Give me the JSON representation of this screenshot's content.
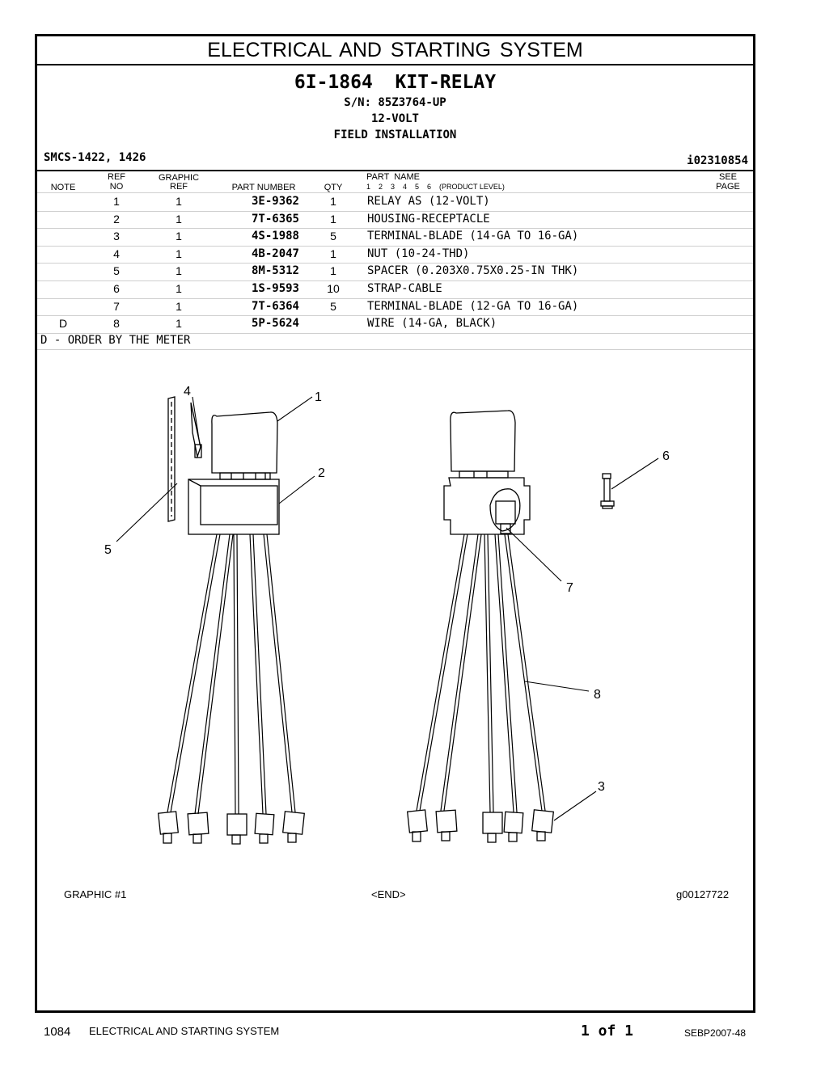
{
  "header": {
    "section_title": "ELECTRICAL AND STARTING SYSTEM",
    "kit_title": "6I-1864  KIT-RELAY",
    "serial": "S/N: 85Z3764-UP",
    "voltage": "12-VOLT",
    "install": "FIELD INSTALLATION",
    "smcs": "SMCS-1422, 1426",
    "illustration_id": "i02310854"
  },
  "table": {
    "headers": {
      "note": "NOTE",
      "ref_top": "REF",
      "ref_bottom": "NO",
      "gref_top": "GRAPHIC",
      "gref_bottom": "REF",
      "part_number": "PART NUMBER",
      "qty": "QTY",
      "part_name": "PART  NAME",
      "levels": "1    2    3    4    5    6    (PRODUCT LEVEL)",
      "see_top": "SEE",
      "see_bottom": "PAGE"
    },
    "rows": [
      {
        "note": "",
        "ref": "1",
        "gref": "1",
        "part": "3E-9362",
        "qty": "1",
        "name": "RELAY AS (12-VOLT)"
      },
      {
        "note": "",
        "ref": "2",
        "gref": "1",
        "part": "7T-6365",
        "qty": "1",
        "name": "HOUSING-RECEPTACLE"
      },
      {
        "note": "",
        "ref": "3",
        "gref": "1",
        "part": "4S-1988",
        "qty": "5",
        "name": "TERMINAL-BLADE (14-GA TO 16-GA)"
      },
      {
        "note": "",
        "ref": "4",
        "gref": "1",
        "part": "4B-2047",
        "qty": "1",
        "name": "NUT (10-24-THD)"
      },
      {
        "note": "",
        "ref": "5",
        "gref": "1",
        "part": "8M-5312",
        "qty": "1",
        "name": "SPACER (0.203X0.75X0.25-IN THK)"
      },
      {
        "note": "",
        "ref": "6",
        "gref": "1",
        "part": "1S-9593",
        "qty": "10",
        "name": "STRAP-CABLE"
      },
      {
        "note": "",
        "ref": "7",
        "gref": "1",
        "part": "7T-6364",
        "qty": "5",
        "name": "TERMINAL-BLADE (12-GA TO 16-GA)"
      },
      {
        "note": "D",
        "ref": "8",
        "gref": "1",
        "part": "5P-5624",
        "qty": "",
        "name": "WIRE (14-GA, BLACK)"
      }
    ],
    "footnote": "D - ORDER BY THE METER"
  },
  "graphic": {
    "callouts": [
      "4",
      "1",
      "2",
      "5",
      "6",
      "7",
      "8",
      "3"
    ],
    "label": "GRAPHIC #1",
    "end": "<END>",
    "graphic_id": "g00127722"
  },
  "footer": {
    "page_number": "1084",
    "section": "ELECTRICAL AND STARTING SYSTEM",
    "pages": "1 of 1",
    "doc_id": "SEBP2007-48"
  }
}
